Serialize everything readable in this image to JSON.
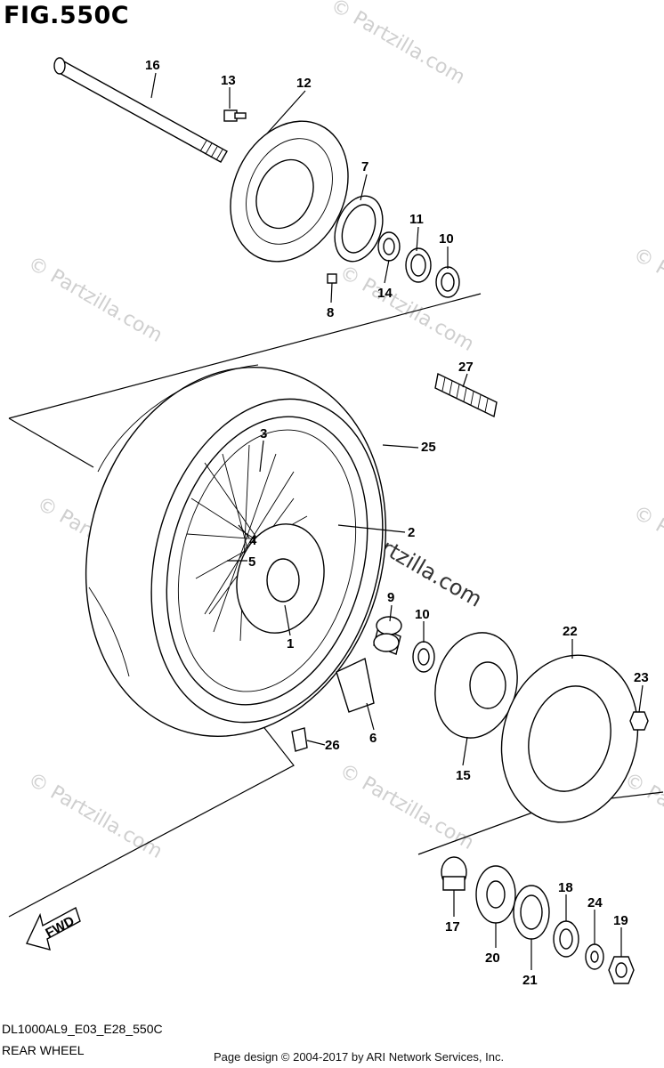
{
  "figure": {
    "title": "FIG.550C",
    "code": "DL1000AL9_E03_E28_550C",
    "name": "REAR WHEEL",
    "copyright": "Page design © 2004-2017 by ARI Network Services, Inc.",
    "watermark": "© Partzilla.com",
    "fwd_label": "FWD"
  },
  "callouts": [
    "16",
    "13",
    "12",
    "7",
    "11",
    "10",
    "14",
    "8",
    "27",
    "3",
    "25",
    "2",
    "4",
    "5",
    "9",
    "10",
    "22",
    "23",
    "1",
    "6",
    "15",
    "26",
    "18",
    "24",
    "19",
    "17",
    "20",
    "21"
  ]
}
